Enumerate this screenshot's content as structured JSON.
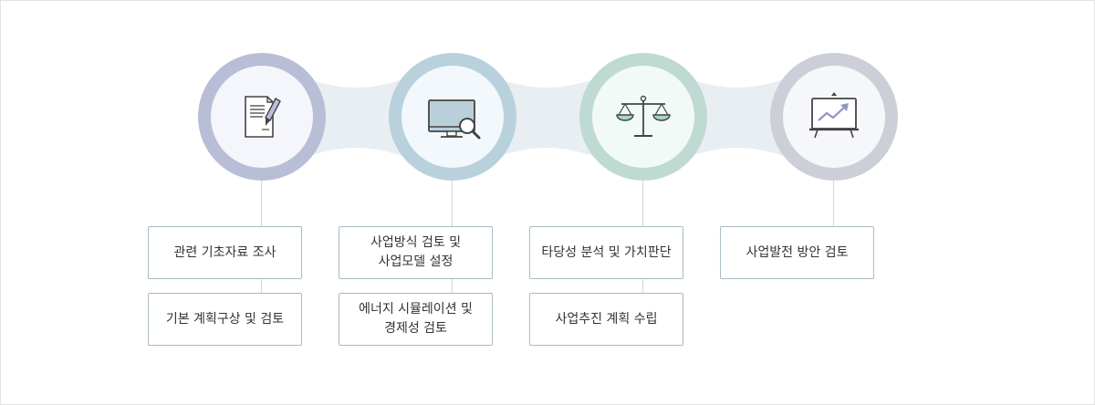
{
  "colors": {
    "ring_1": "#b8bed5",
    "inner_1": "#f4f6fc",
    "ring_2": "#b9d1dd",
    "inner_2": "#f2f8fb",
    "ring_3": "#bfdad2",
    "inner_3": "#f2faf7",
    "ring_4": "#cdcfd8",
    "inner_4": "#f6f7fa",
    "bridge": "#e9eef3",
    "box_border": "#a9bbc3",
    "connector": "#d6d6d6",
    "text": "#333333"
  },
  "steps": [
    {
      "icon": "document-pen-icon",
      "boxes": [
        "관련 기초자료 조사",
        "기본 계획구상 및 검토"
      ]
    },
    {
      "icon": "monitor-magnifier-icon",
      "boxes": [
        "사업방식 검토 및\n사업모델 설정",
        "에너지 시뮬레이션 및\n경제성 검토"
      ]
    },
    {
      "icon": "balance-scale-icon",
      "boxes": [
        "타당성 분석 및 가치판단",
        "사업추진 계획 수립"
      ]
    },
    {
      "icon": "presentation-chart-icon",
      "boxes": [
        "사업발전 방안 검토"
      ]
    }
  ]
}
